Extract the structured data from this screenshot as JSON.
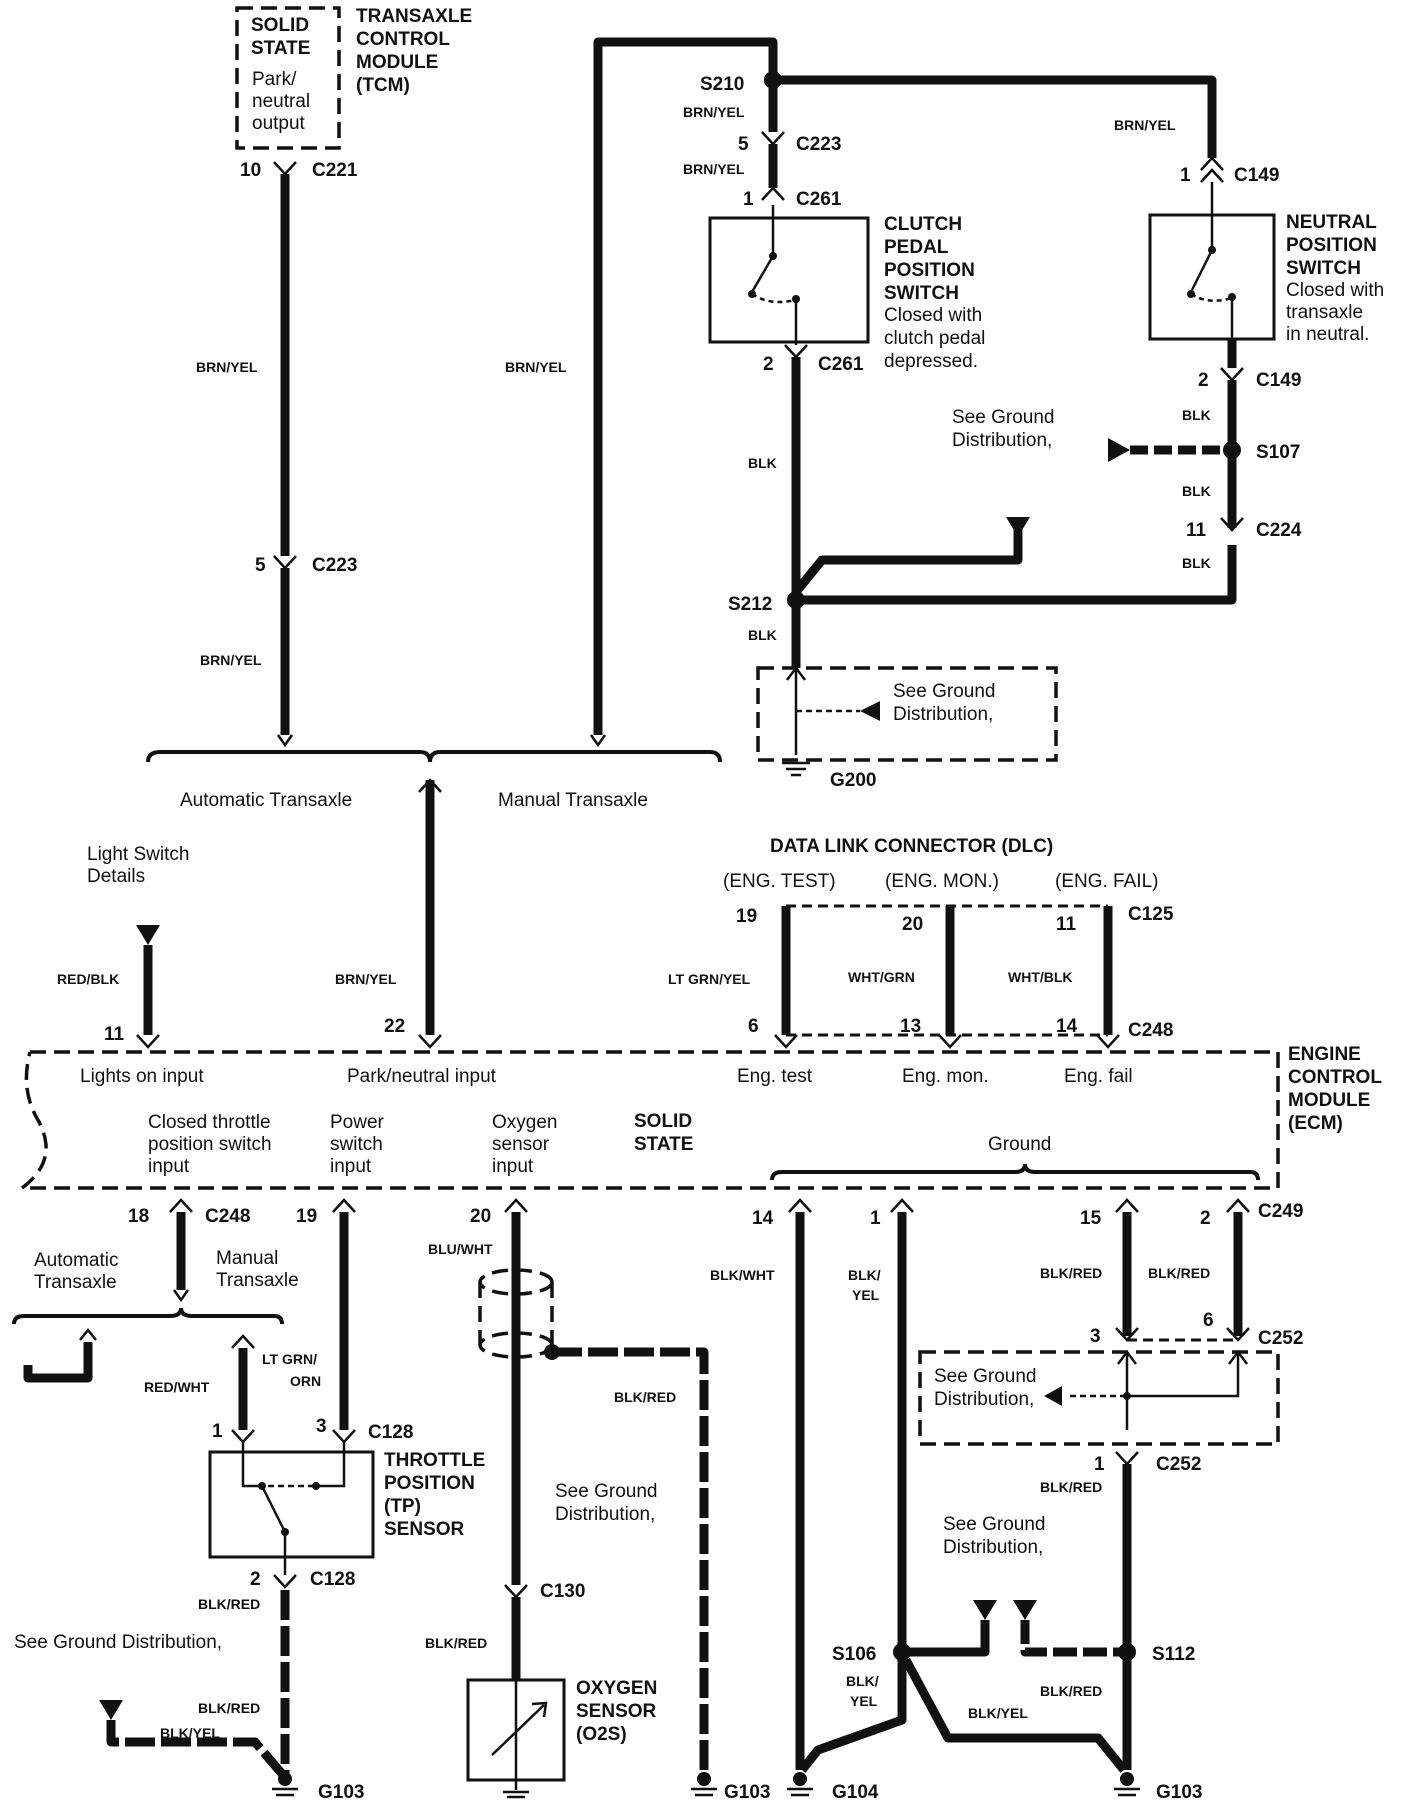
{
  "tcm": {
    "solid_state": [
      "SOLID",
      "STATE"
    ],
    "output": [
      "Park/",
      "neutral",
      "output"
    ],
    "title": [
      "TRANSAXLE",
      "CONTROL",
      "MODULE",
      "(TCM)"
    ]
  },
  "clutch_switch": {
    "title": [
      "CLUTCH",
      "PEDAL",
      "POSITION",
      "SWITCH"
    ],
    "desc": [
      "Closed with",
      "clutch pedal",
      "depressed."
    ]
  },
  "neutral_switch": {
    "title": [
      "NEUTRAL",
      "POSITION",
      "SWITCH"
    ],
    "desc": [
      "Closed with",
      "transaxle",
      "in neutral."
    ]
  },
  "dlc": {
    "title": "DATA LINK CONNECTOR (DLC)",
    "eng_test": "(ENG. TEST)",
    "eng_mon": "(ENG. MON.)",
    "eng_fail": "(ENG. FAIL)"
  },
  "ecm": {
    "title": [
      "ENGINE",
      "CONTROL",
      "MODULE",
      "(ECM)"
    ],
    "solid_state": [
      "SOLID",
      "STATE"
    ],
    "lights_on": "Lights on input",
    "park_neutral": "Park/neutral input",
    "eng_test": "Eng. test",
    "eng_mon": "Eng. mon.",
    "eng_fail": "Eng. fail",
    "closed_throttle": [
      "Closed  throttle",
      "position switch",
      "input"
    ],
    "power_switch": [
      "Power",
      "switch",
      "input"
    ],
    "oxygen_sensor": [
      "Oxygen",
      "sensor",
      "input"
    ],
    "ground": "Ground"
  },
  "tp_sensor": {
    "title": [
      "THROTTLE",
      "POSITION",
      "(TP)",
      "SENSOR"
    ]
  },
  "o2s": {
    "title": [
      "OXYGEN",
      "SENSOR",
      "(O2S)"
    ]
  },
  "labels": {
    "automatic_transaxle": "Automatic Transaxle",
    "manual_transaxle": "Manual Transaxle",
    "automatic_lines": [
      "Automatic",
      "Transaxle"
    ],
    "manual_lines": [
      "Manual",
      "Transaxle"
    ],
    "light_switch": [
      "Light Switch",
      "Details"
    ],
    "see_ground_lines": [
      "See Ground",
      "Distribution,"
    ],
    "see_ground_single": "See Ground Distribution,"
  },
  "wires": {
    "brn_yel": "BRN/YEL",
    "blk": "BLK",
    "red_blk": "RED/BLK",
    "lt_grn_yel": "LT GRN/YEL",
    "wht_grn": "WHT/GRN",
    "wht_blk": "WHT/BLK",
    "blu_wht": "BLU/WHT",
    "blk_red": "BLK/RED",
    "blk_wht": "BLK/WHT",
    "blk_yel": "BLK/YEL",
    "blk_yel_split": [
      "BLK/",
      "YEL"
    ],
    "red_wht": "RED/WHT",
    "lt_grn_orn": [
      "LT GRN/",
      "ORN"
    ]
  },
  "connectors": {
    "c221": "C221",
    "c223": "C223",
    "c261": "C261",
    "c149": "C149",
    "c224": "C224",
    "c125": "C125",
    "c248": "C248",
    "c249": "C249",
    "c252": "C252",
    "c128": "C128",
    "c130": "C130"
  },
  "splices": {
    "s210": "S210",
    "s212": "S212",
    "s107": "S107",
    "s106": "S106",
    "s112": "S112"
  },
  "grounds": {
    "g200": "G200",
    "g103": "G103",
    "g104": "G104"
  },
  "pins": {
    "p10": "10",
    "p5": "5",
    "p1": "1",
    "p2": "2",
    "p11": "11",
    "p22": "22",
    "p19": "19",
    "p20": "20",
    "p6": "6",
    "p13": "13",
    "p14": "14",
    "p18": "18",
    "p15": "15",
    "p3": "3"
  }
}
